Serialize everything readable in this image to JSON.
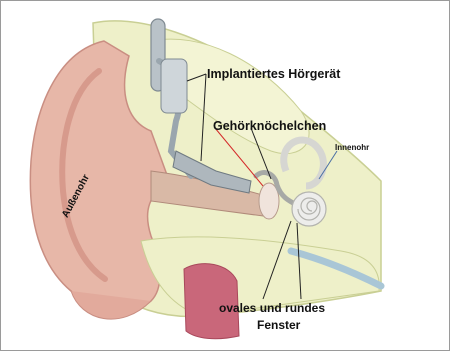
{
  "diagram": {
    "labels": {
      "implant": "Implantiertes Hörgerät",
      "ossicles": "Gehörknöchelchen",
      "inner_ear": "Innenohr",
      "outer_ear": "Außenohr",
      "windows_line1": "ovales und rundes",
      "windows_line2": "Fenster"
    }
  },
  "colors": {
    "skin": "#e7b7a8",
    "skin_shadow": "#d79a8c",
    "tissue": "#eef0c9",
    "tissue_edge": "#c9cf94",
    "muscle": "#c9677a",
    "bone": "#e3e3e3",
    "device": "#b9c2c8",
    "canal": "#a9c6d6",
    "leader": "#222222",
    "leader_red": "#d42a2a"
  }
}
